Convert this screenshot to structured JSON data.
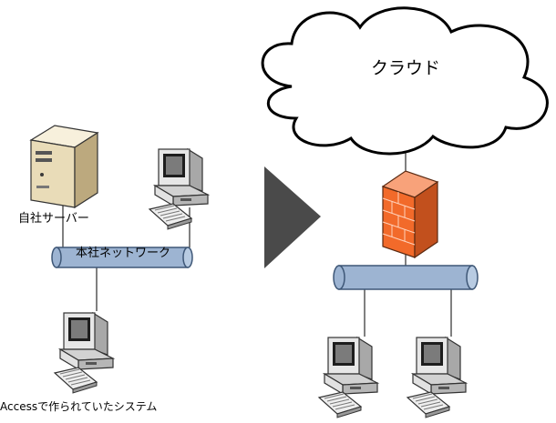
{
  "labels": {
    "cloud": "クラウド",
    "server": "自社サーバー",
    "network": "本社ネットワーク",
    "legacy_system": "Accessで作られていたシステム"
  },
  "colors": {
    "pipe": "#9db4d2",
    "pipe_stroke": "#3e5777",
    "firewall": "#f26a2a",
    "arrow": "#4a4a4a",
    "server_body": "#e9dcb8",
    "monitor": "#e7e7e7"
  }
}
